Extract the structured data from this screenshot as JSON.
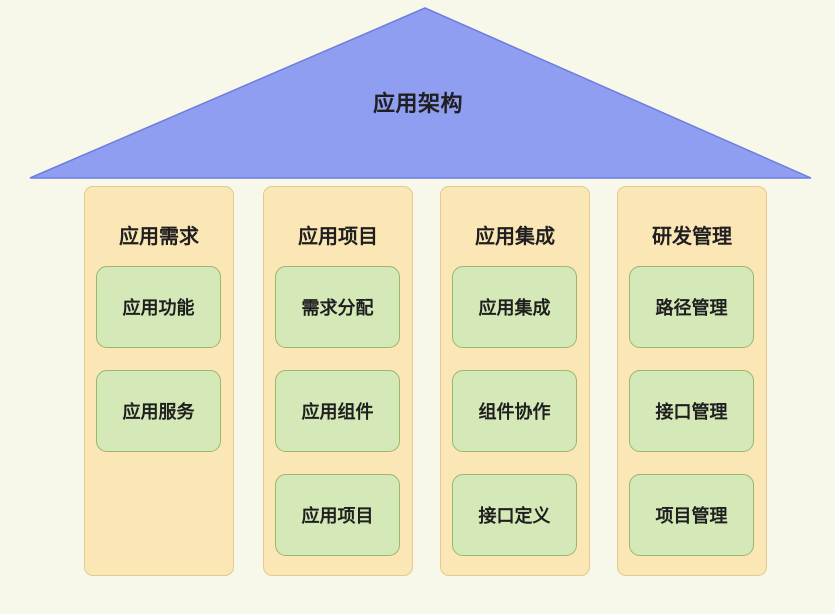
{
  "diagram": {
    "roof": {
      "title": "应用架构",
      "color": "#8f9ef0",
      "stroke": "#6d7de0"
    },
    "pillar_fill": "#fbe6b5",
    "pillar_stroke": "#e5c98f",
    "module_fill": "#d5e8b8",
    "module_stroke": "#98b76f",
    "pillars": [
      {
        "title": "应用需求",
        "items": [
          "应用功能",
          "应用服务"
        ]
      },
      {
        "title": "应用项目",
        "items": [
          "需求分配",
          "应用组件",
          "应用项目"
        ]
      },
      {
        "title": "应用集成",
        "items": [
          "应用集成",
          "组件协作",
          "接口定义"
        ]
      },
      {
        "title": "研发管理",
        "items": [
          "路径管理",
          "接口管理",
          "项目管理"
        ]
      }
    ]
  }
}
